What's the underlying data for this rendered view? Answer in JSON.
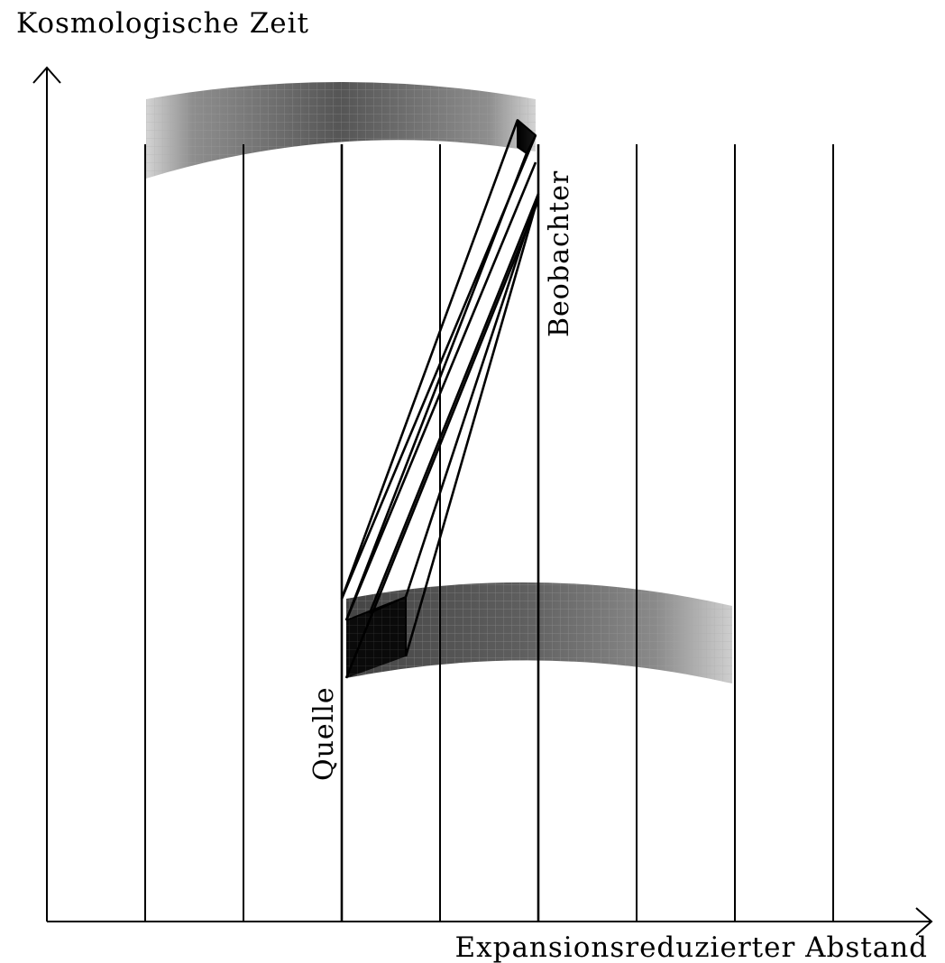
{
  "diagram": {
    "y_axis_label": "Kosmologische Zeit",
    "x_axis_label": "Expansionsreduzierter Abstand",
    "source_label": "Quelle",
    "observer_label": "Beobachter"
  },
  "colors": {
    "line": "#000000",
    "band_dark": "#555555",
    "band_light": "#cccccc",
    "band_grid": "#9a9a9a",
    "background": "#ffffff"
  }
}
